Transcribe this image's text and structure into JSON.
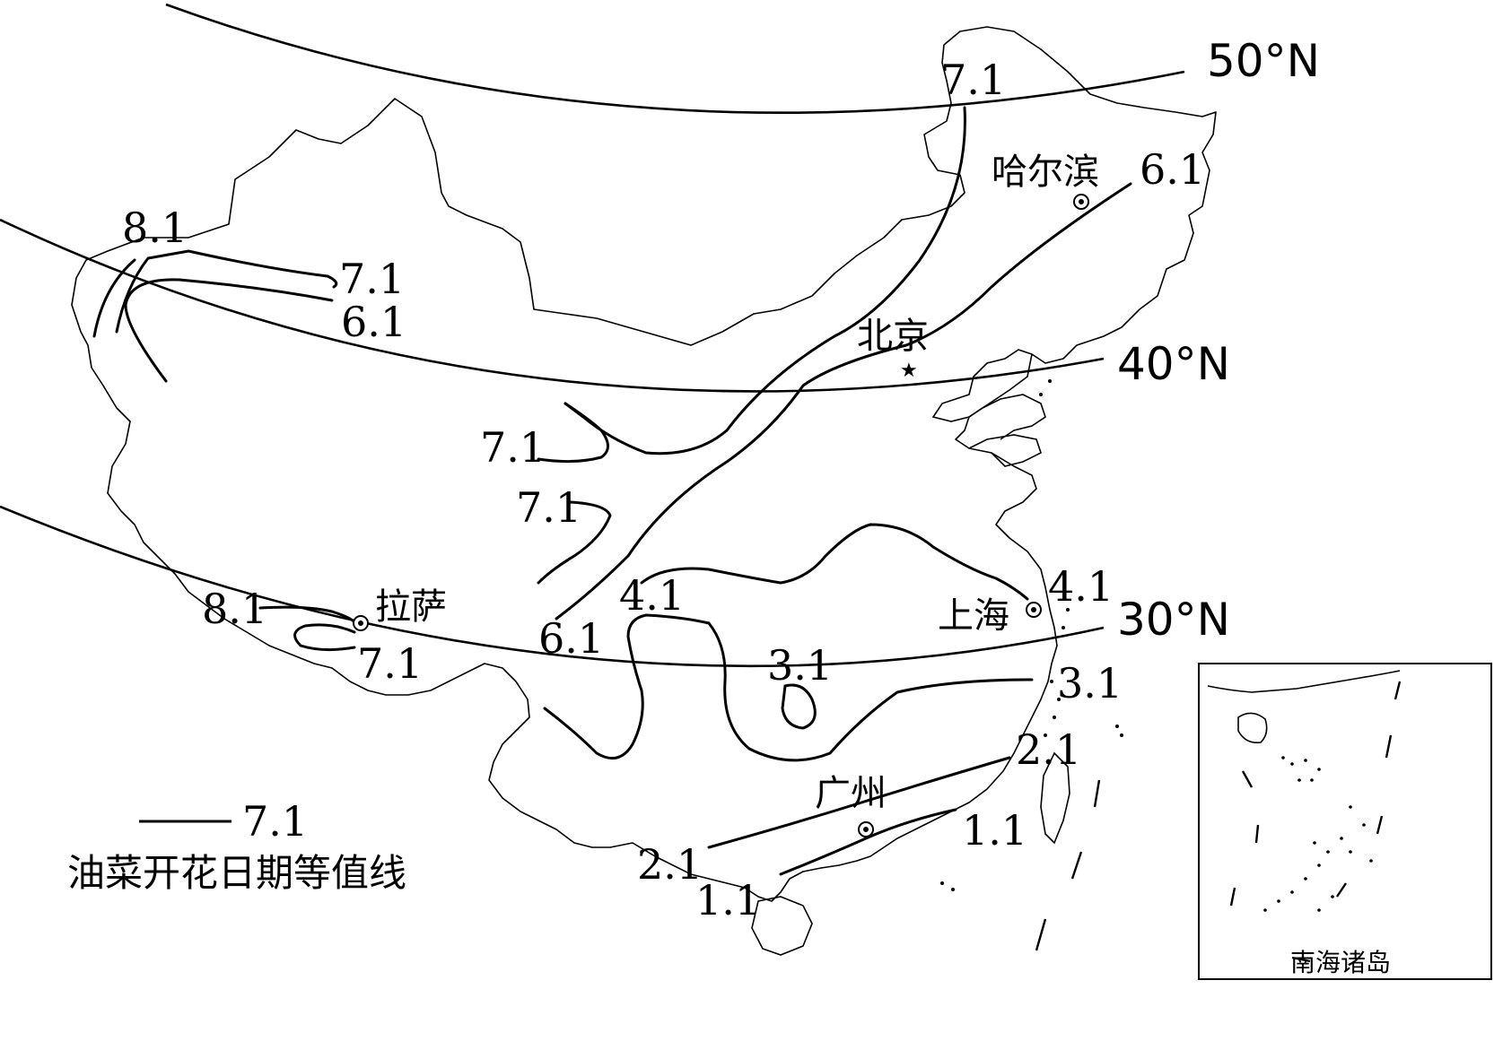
{
  "latitudes": [
    {
      "id": "lat50",
      "label": "50°N"
    },
    {
      "id": "lat40",
      "label": "40°N"
    },
    {
      "id": "lat30",
      "label": "30°N"
    }
  ],
  "cities": {
    "harbin": "哈尔滨",
    "beijing": "北京",
    "shanghai": "上海",
    "lhasa": "拉萨",
    "guangzhou": "广州"
  },
  "isoline_labels": {
    "ne_7_1": "7.1",
    "ne_6_1": "6.1",
    "nw_8_1": "8.1",
    "nw_7_1": "7.1",
    "nw_6_1": "6.1",
    "c_7_1_a": "7.1",
    "c_7_1_b": "7.1",
    "c_6_1": "6.1",
    "tib_8_1": "8.1",
    "tib_7_1": "7.1",
    "e_4_1_w": "4.1",
    "e_4_1_e": "4.1",
    "e_3_1_c": "3.1",
    "e_3_1_e": "3.1",
    "s_2_1_e": "2.1",
    "s_2_1_w": "2.1",
    "s_1_1_e": "1.1",
    "s_1_1_w": "1.1"
  },
  "legend": {
    "value": "7.1",
    "caption": "油菜开花日期等值线"
  },
  "inset": {
    "caption": "南海诸岛"
  }
}
